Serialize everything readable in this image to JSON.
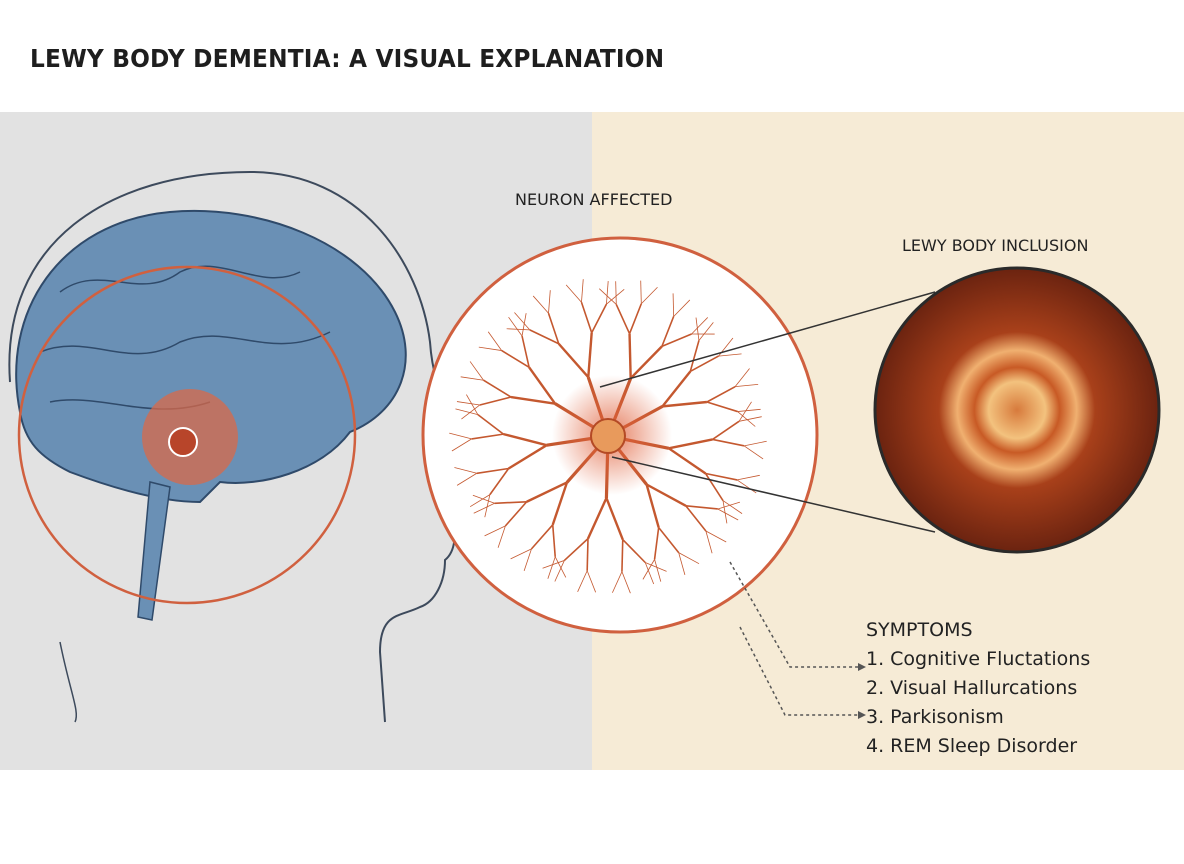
{
  "title": "LEWY BODY DEMENTIA: A VISUAL EXPLANATION",
  "labels": {
    "neuron": "NEURON AFFECTED",
    "lewy": "LEWY BODY INCLUSION"
  },
  "symptoms": {
    "heading": "SYMPTOMS",
    "items": [
      "1. Cognitive Fluctations",
      "2. Visual Hallurcations",
      "3. Parkisonism",
      "4. REM Sleep Disorder"
    ]
  },
  "colors": {
    "left_bg": "#e2e2e2",
    "right_bg": "#f6ebd6",
    "accent": "#d0603f",
    "brain": "#5f87ad"
  }
}
